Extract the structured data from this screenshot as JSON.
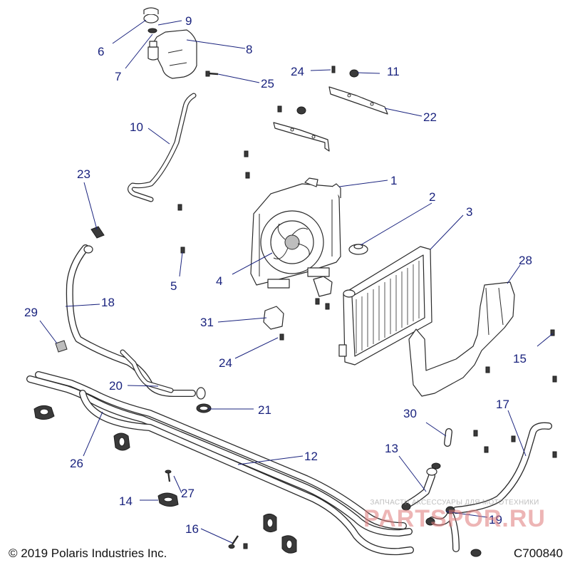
{
  "callouts": [
    "1",
    "2",
    "3",
    "4",
    "5",
    "6",
    "7",
    "8",
    "9",
    "10",
    "11",
    "12",
    "13",
    "14",
    "15",
    "16",
    "17",
    "18",
    "19",
    "20",
    "21",
    "22",
    "23",
    "24",
    "24",
    "25",
    "26",
    "27",
    "28",
    "29",
    "30",
    "31"
  ],
  "footer": {
    "copyright": "© 2019 Polaris Industries Inc.",
    "code": "C700840"
  },
  "watermark": {
    "tagline": "ЗАПЧАСТИ АКСЕССУАРЫ ДЛЯ МОТОТЕХНИКИ",
    "brand": "PARTSPOR.RU"
  },
  "colors": {
    "callout": "#1a237e",
    "line_art": "#2a2a2a",
    "watermark": "#e07a7a"
  }
}
